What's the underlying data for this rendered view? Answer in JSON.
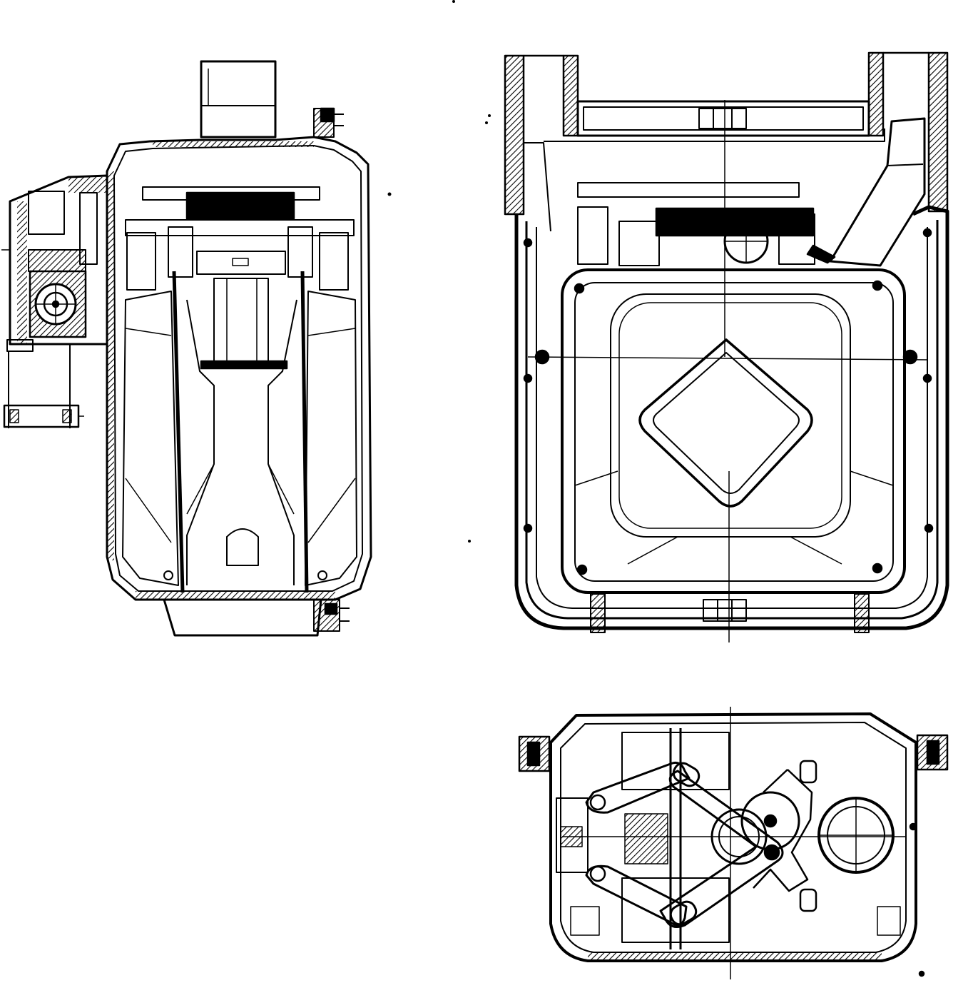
{
  "drawing": {
    "style": "technical cross-section line drawing",
    "ink_color": "#000000",
    "paper_color": "#ffffff",
    "views": [
      {
        "id": "side-section",
        "position": "top-left"
      },
      {
        "id": "front-section",
        "position": "top-right"
      },
      {
        "id": "top-plan",
        "position": "bottom-right"
      }
    ]
  }
}
